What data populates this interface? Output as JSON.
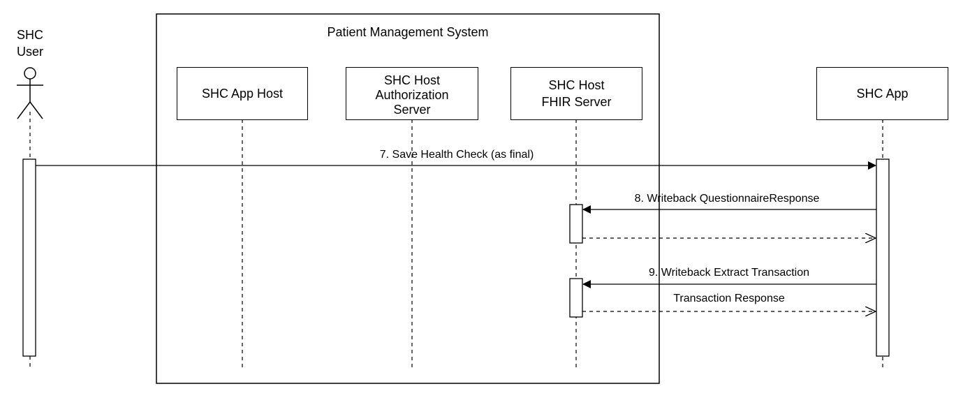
{
  "group": {
    "title": "Patient Management System"
  },
  "actor": {
    "line1": "SHC",
    "line2": "User"
  },
  "participants": {
    "app_host": "SHC App Host",
    "auth_server": [
      "SHC Host",
      "Authorization",
      "Server"
    ],
    "fhir_server": [
      "SHC Host",
      "FHIR Server"
    ],
    "shc_app": "SHC App"
  },
  "messages": {
    "m7": "7. Save Health Check (as final)",
    "m8": "8. Writeback QuestionnaireResponse",
    "m9": "9. Writeback Extract Transaction",
    "m9_reply": "Transaction Response"
  }
}
